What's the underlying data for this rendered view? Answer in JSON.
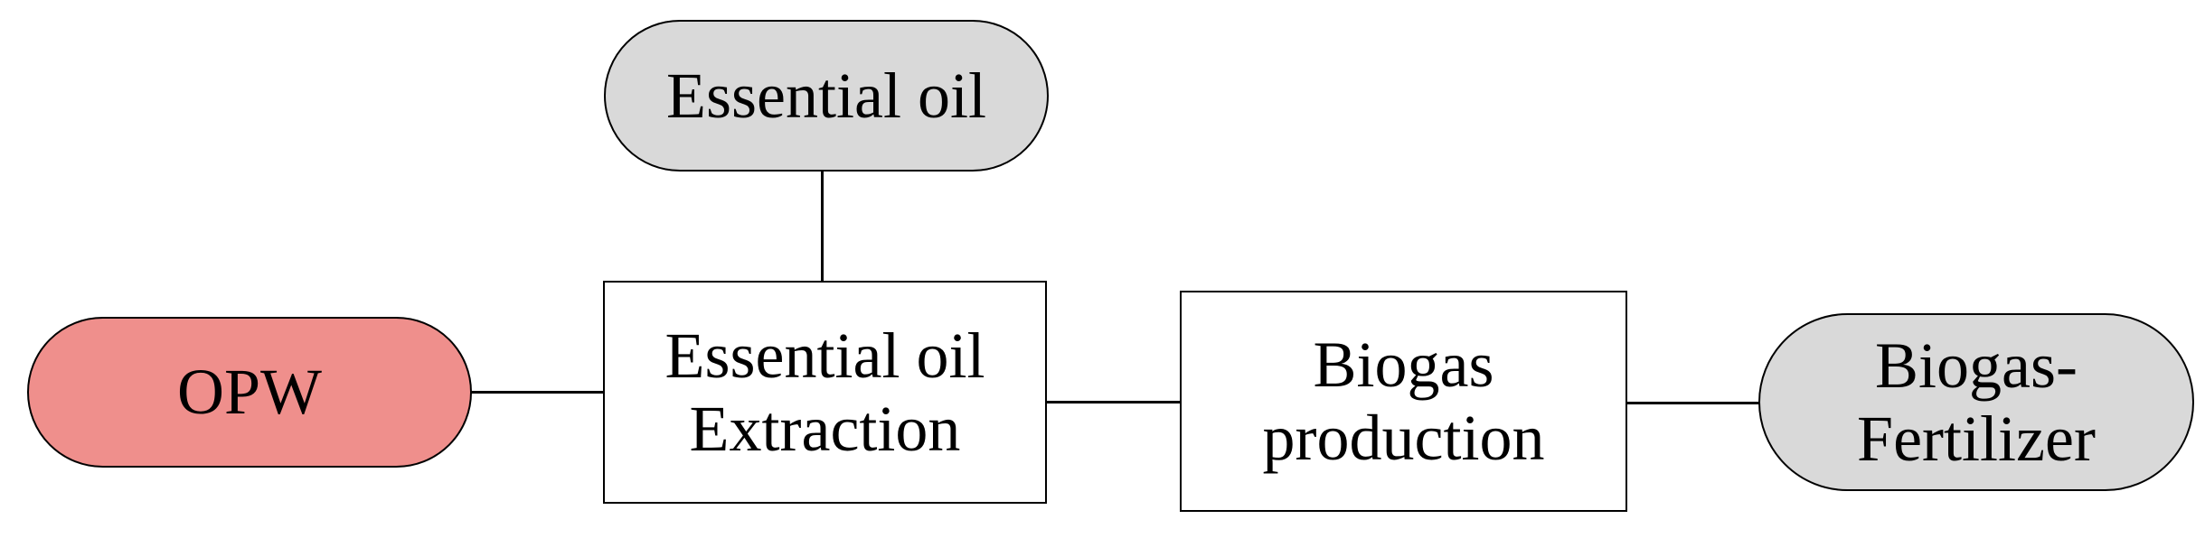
{
  "diagram": {
    "nodes": {
      "essential_oil": {
        "lines": [
          "Essential oil"
        ],
        "fill": "#d9d9d9",
        "shape": "pill"
      },
      "opw": {
        "lines": [
          "OPW"
        ],
        "fill": "#ef8f8c",
        "shape": "pill"
      },
      "extraction": {
        "lines": [
          "Essential oil",
          "Extraction"
        ],
        "fill": "#ffffff",
        "shape": "box"
      },
      "biogas_production": {
        "lines": [
          "Biogas",
          "production"
        ],
        "fill": "#ffffff",
        "shape": "box"
      },
      "biogas_fertilizer": {
        "lines": [
          "Biogas-",
          "Fertilizer"
        ],
        "fill": "#d9d9d9",
        "shape": "pill"
      }
    },
    "edges": [
      {
        "from": "essential_oil",
        "to": "extraction"
      },
      {
        "from": "opw",
        "to": "extraction"
      },
      {
        "from": "extraction",
        "to": "biogas_production"
      },
      {
        "from": "biogas_production",
        "to": "biogas_fertilizer"
      }
    ],
    "colors": {
      "stroke": "#000000",
      "background": "#ffffff"
    }
  }
}
